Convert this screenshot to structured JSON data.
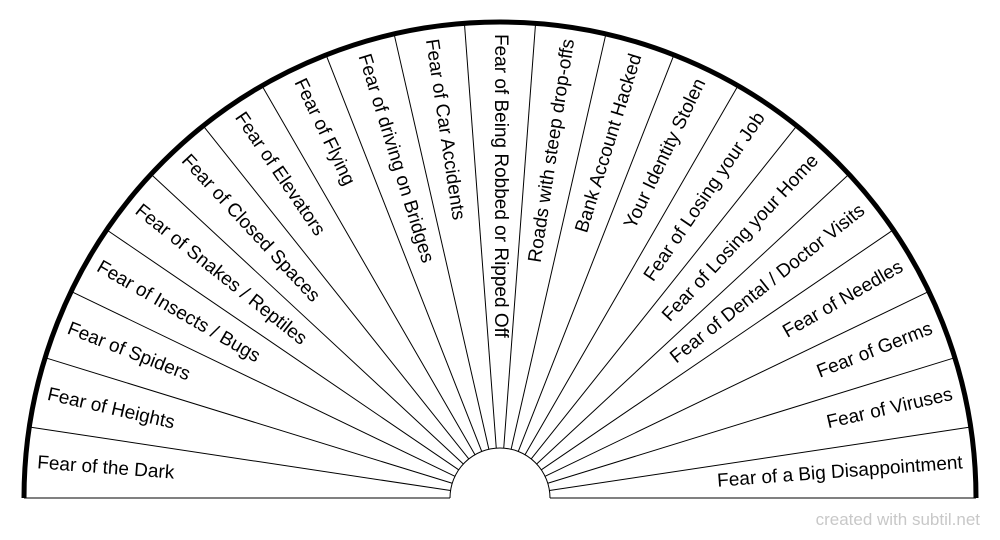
{
  "chart": {
    "segments": [
      "Fear of the Dark",
      "Fear of Heights",
      "Fear of Spiders",
      "Fear of Insects / Bugs",
      "Fear of Snakes / Reptiles",
      "Fear of Closed Spaces",
      "Fear of Elevators",
      "Fear of Flying",
      "Fear of driving on Bridges",
      "Fear of Car Accidents",
      "Fear of Being Robbed or Ripped Off",
      "Roads with steep drop-offs",
      "Bank Account Hacked",
      "Your Identity Stolen",
      "Fear of Losing your Job",
      "Fear of Losing your Home",
      "Fear of Dental / Doctor Visits",
      "Fear of Needles",
      "Fear of Germs",
      "Fear of Viruses",
      "Fear of a Big Disappointment"
    ],
    "colors": {
      "stroke": "#000000",
      "fill": "#ffffff"
    }
  },
  "footer": {
    "credit": "created with subtil.net"
  }
}
